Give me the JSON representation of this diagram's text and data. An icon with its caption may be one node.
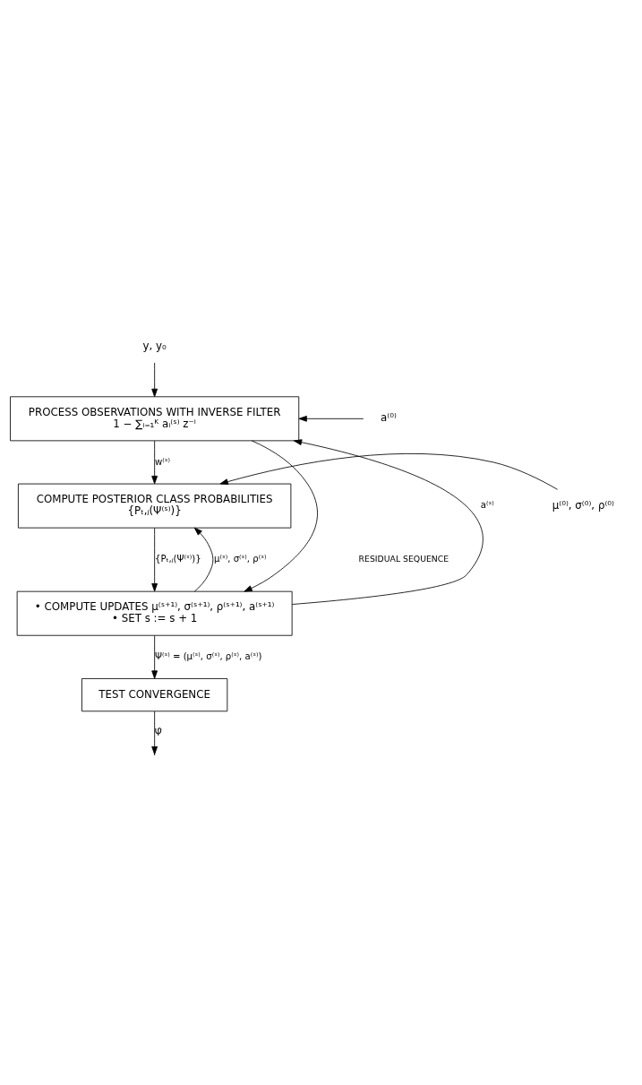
{
  "diagram": {
    "nodes": [
      {
        "text": [
          "y, y₀"
        ]
      },
      {
        "text": [
          "PROCESS OBSERVATIONS WITH INVERSE FILTER",
          "1 − ∑ᵢ₌₁ᴷ aᵢ⁽ˢ⁾ z⁻ⁱ"
        ]
      },
      {
        "text": [
          "a⁽⁰⁾"
        ]
      },
      {
        "text": [
          "COMPUTE POSTERIOR CLASS PROBABILITIES",
          "{Pₜ,ⱼ(Ψ⁽ˢ⁾)}"
        ]
      },
      {
        "text": [
          "μ⁽⁰⁾, σ⁽⁰⁾, ρ⁽⁰⁾"
        ]
      },
      {
        "text": [
          "• COMPUTE UPDATES μ⁽ˢ⁺¹⁾, σ⁽ˢ⁺¹⁾, ρ⁽ˢ⁺¹⁾, a⁽ˢ⁺¹⁾",
          "• SET s := s + 1"
        ]
      },
      {
        "text": [
          "TEST CONVERGENCE"
        ]
      }
    ],
    "edges": [
      {
        "from": 0,
        "to": 1,
        "arrow": "to"
      },
      {
        "from": 2,
        "to": 1,
        "arrow": "to"
      },
      {
        "from": 1,
        "to": 3,
        "arrow": "to",
        "label": "w⁽ˢ⁾"
      },
      {
        "from": 1,
        "to": 5,
        "arrow": "to"
      },
      {
        "from": 4,
        "to": 3,
        "arrow": "to"
      },
      {
        "from": 3,
        "to": 5,
        "arrow": "to",
        "label": "{Pₜ,ⱼ(Ψ⁽ˢ⁾)}"
      },
      {
        "from": 5,
        "to": 3,
        "arrow": "to",
        "label": "μ⁽ˢ⁾, σ⁽ˢ⁾, ρ⁽ˢ⁾"
      },
      {
        "from": 5,
        "to": 1,
        "arrow": "to",
        "label": "a⁽ˢ⁾"
      },
      {
        "from": 5,
        "to": 6,
        "arrow": "to",
        "label": "Ψ⁽ˢ⁾ = (μ⁽ˢ⁾, σ⁽ˢ⁾, ρ⁽ˢ⁾, a⁽ˢ⁾)"
      },
      {
        "from": 6,
        "to": null,
        "arrow": "to",
        "label": "Ψ̂"
      }
    ],
    "labels": [
      "RESIDUAL SEQUENCE"
    ]
  }
}
